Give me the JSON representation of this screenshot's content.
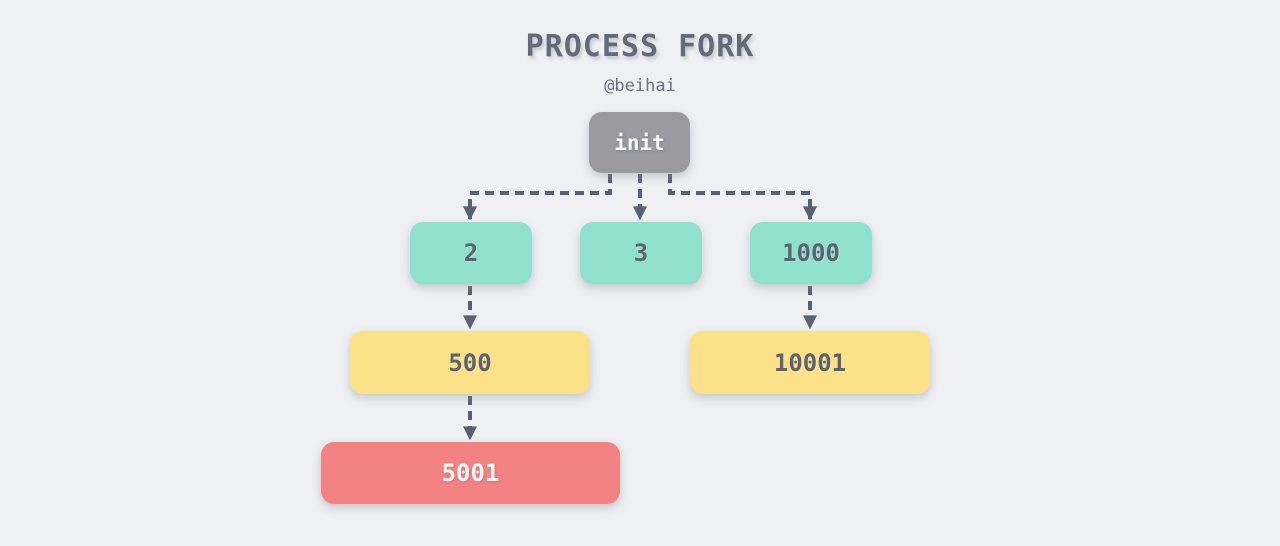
{
  "title": "PROCESS FORK",
  "subtitle": "@beihai",
  "colors": {
    "background": "#eef0f3",
    "title_text": "#656a79",
    "subtitle_text": "#6b7080",
    "connector": "#5b6070",
    "node_text_dark": "#5d6270",
    "node_text_light": "#f7f8fa",
    "root_fill": "#9b9aa3",
    "level1_fill": "#8fe0cd",
    "level2_fill": "#fbe187",
    "level3_fill": "#f38383"
  },
  "nodes": {
    "init": {
      "label": "init",
      "role": "root",
      "fill": "#9b9aa3"
    },
    "n2": {
      "label": "2",
      "role": "level1",
      "fill": "#8fe0cd"
    },
    "n3": {
      "label": "3",
      "role": "level1",
      "fill": "#8fe0cd"
    },
    "n1000": {
      "label": "1000",
      "role": "level1",
      "fill": "#8fe0cd"
    },
    "n500": {
      "label": "500",
      "role": "level2",
      "fill": "#fbe187"
    },
    "n10001": {
      "label": "10001",
      "role": "level2",
      "fill": "#fbe187"
    },
    "n5001": {
      "label": "5001",
      "role": "level3",
      "fill": "#f38383"
    }
  },
  "edges": [
    {
      "from": "init",
      "to": "2",
      "style": "dashed-arrow"
    },
    {
      "from": "init",
      "to": "3",
      "style": "dashed-arrow"
    },
    {
      "from": "init",
      "to": "1000",
      "style": "dashed-arrow"
    },
    {
      "from": "2",
      "to": "500",
      "style": "dashed-arrow"
    },
    {
      "from": "1000",
      "to": "10001",
      "style": "dashed-arrow"
    },
    {
      "from": "500",
      "to": "5001",
      "style": "dashed-arrow"
    }
  ]
}
